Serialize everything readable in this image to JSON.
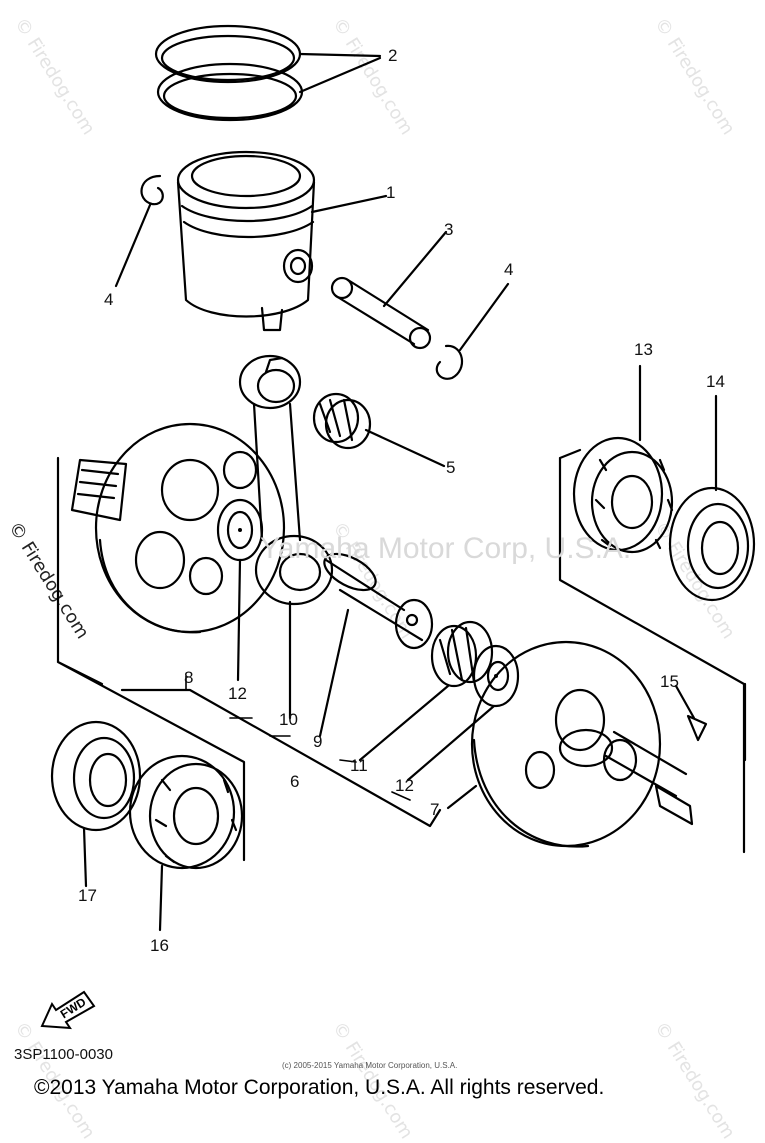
{
  "watermarks": {
    "site": "© Firedog.com",
    "center": "Yamaha Motor Corp, U.S.A."
  },
  "labels": {
    "p1": "1",
    "p2": "2",
    "p3": "3",
    "p4a": "4",
    "p4b": "4",
    "p5": "5",
    "p6": "6",
    "p7": "7",
    "p8": "8",
    "p9": "9",
    "p10": "10",
    "p11": "11",
    "p12a": "12",
    "p12b": "12",
    "p13": "13",
    "p14": "14",
    "p15": "15",
    "p16": "16",
    "p17": "17"
  },
  "fwd_label": "FWD",
  "diagram_code": "3SP1100-0030",
  "small_copyright": "(c) 2005-2015 Yamaha Motor Corporation, U.S.A.",
  "footer": "©2013 Yamaha Motor Corporation, U.S.A. All rights reserved."
}
